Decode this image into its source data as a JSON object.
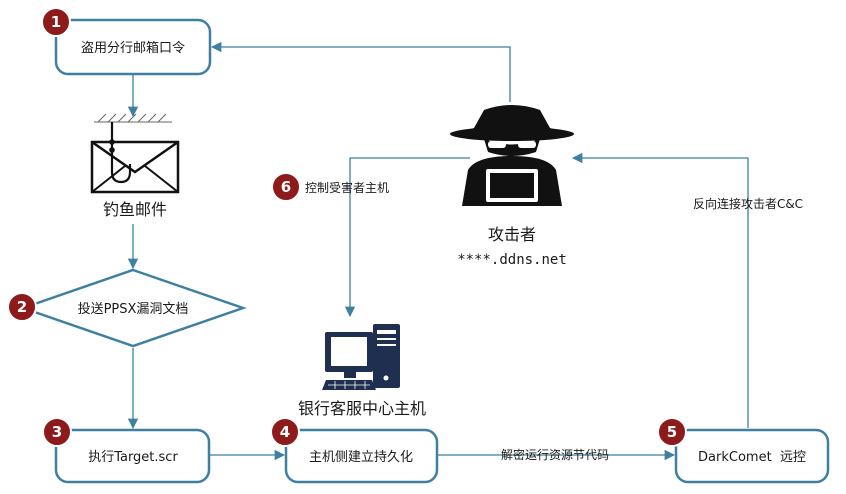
{
  "nodes": {
    "steal_password": {
      "label": "盗用分行邮箱口令",
      "badge": "1"
    },
    "phishing_email": {
      "label": "钓鱼邮件"
    },
    "deliver_ppsx": {
      "label": "投送PPSX漏洞文档",
      "badge": "2"
    },
    "execute_target": {
      "label": "执行Target.scr",
      "badge": "3"
    },
    "persistence": {
      "label": "主机侧建立持久化",
      "badge": "4"
    },
    "darkcomet": {
      "label": "DarkComet  远控",
      "badge": "5"
    },
    "attacker": {
      "label": "攻击者",
      "domain": "****.ddns.net"
    },
    "bank_host": {
      "label": "银行客服中心主机"
    }
  },
  "edges": {
    "control_host": {
      "label": "控制受害者主机",
      "badge": "6"
    },
    "reverse_connect": {
      "label": "反向连接攻击者C&C"
    },
    "decrypt_run": {
      "label": "解密运行资源节代码"
    }
  },
  "colors": {
    "box_stroke": "#3f7f9f",
    "badge_fill": "#8e1b1b",
    "icon": "#111111"
  },
  "icons": [
    "hacker-icon",
    "fishhook-email-icon",
    "computer-icon"
  ]
}
